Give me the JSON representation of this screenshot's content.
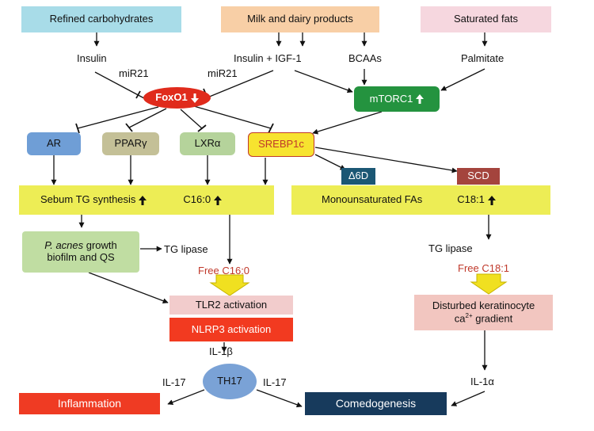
{
  "sources": {
    "refined_carbs": "Refined carbohydrates",
    "milk_dairy": "Milk and dairy products",
    "saturated_fats": "Saturated fats"
  },
  "signals": {
    "insulin": "Insulin",
    "insulin_igf1": "Insulin + IGF-1",
    "bcaas": "BCAAs",
    "palmitate": "Palmitate",
    "mir21_left": "miR21",
    "mir21_right": "miR21"
  },
  "nodes": {
    "foxo1": "FoxO1",
    "mtorc1": "mTORC1",
    "ar": "AR",
    "ppar": "PPARγ",
    "lxr": "LXRα",
    "srebp1c": "SREBP1c",
    "d6d": "Δ6D",
    "scd": "SCD",
    "sebum_tg": "Sebum TG synthesis",
    "c16": "C16:0",
    "mufa": "Monounsaturated FAs",
    "c18": "C18:1",
    "pacnes_italic": "P. acnes",
    "pacnes_line1_rest": " growth",
    "pacnes_line2": "biofilm and QS",
    "tg_lipase_left": "TG lipase",
    "tg_lipase_right": "TG lipase",
    "free_c16": "Free C16:0",
    "free_c18": "Free C18:1",
    "tlr2": "TLR2 activation",
    "nlrp3": "NLRP3 activation",
    "keratinocyte_line1": "Disturbed keratinocyte",
    "keratinocyte_ca": "ca",
    "keratinocyte_sup": "2+",
    "keratinocyte_gradient": " gradient",
    "il1b": "IL-1β",
    "th17": "TH17",
    "il17_left": "IL-17",
    "il17_right": "IL-17",
    "il1a": "IL-1α",
    "inflammation": "Inflammation",
    "comedogenesis": "Comedogenesis"
  },
  "colors": {
    "refined_bg": "#a8dce8",
    "milk_bg": "#f8cfa6",
    "sat_bg": "#f6d7df",
    "foxo1_bg": "#e02b1c",
    "mtorc1_bg": "#24933f",
    "ar_bg": "#6f9ed6",
    "ppar_bg": "#c4c097",
    "lxr_bg": "#b5d39b",
    "srebp_bg": "#f7e32f",
    "srebp_text": "#c0392b",
    "d6d_bg": "#1b5774",
    "scd_bg": "#a4443d",
    "band_bg": "#eded55",
    "pacnes_bg": "#c0dda2",
    "tlr2_bg": "#f2cccc",
    "nlrp3_bg": "#f23a20",
    "kera_bg": "#f2c6c0",
    "th17_bg": "#7aa2d6",
    "inflammation_bg": "#ef3b23",
    "comedo_bg": "#173a5c",
    "funnel": "#f0e020"
  }
}
